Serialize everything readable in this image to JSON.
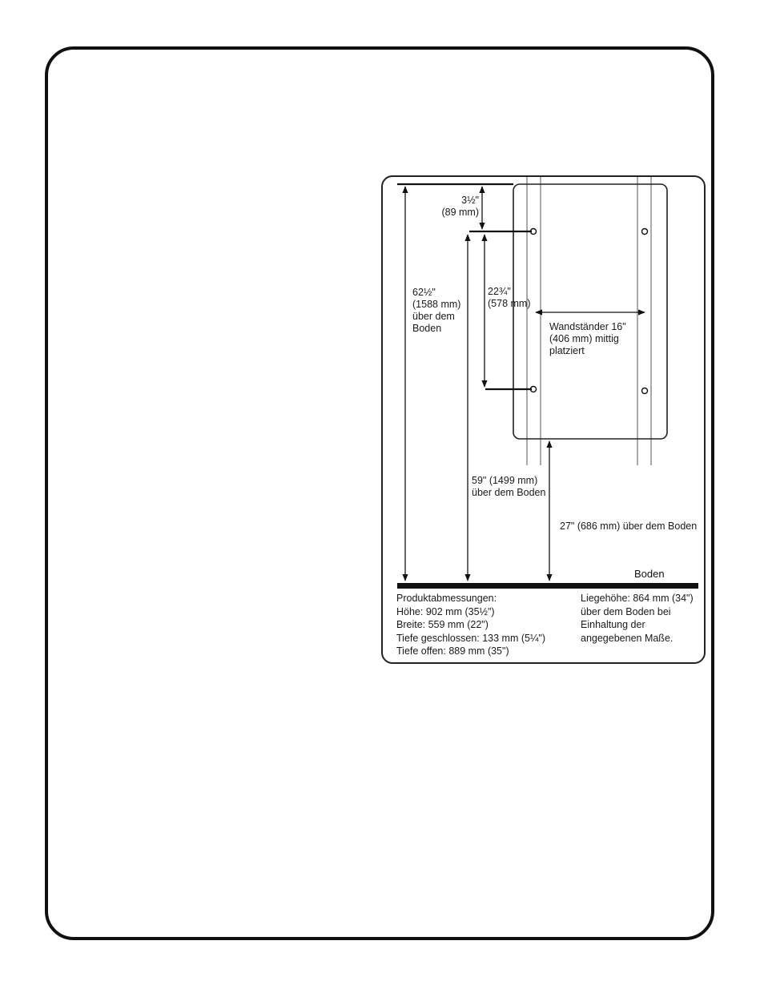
{
  "diagram": {
    "dim_top_to_first_hole": "3½\"\n(89 mm)",
    "dim_total_height": "62½\"\n(1588 mm)\nüber dem\nBoden",
    "dim_hole_spacing": "22¾\"\n(578 mm)",
    "dim_stud_spacing": "Wandständer 16\"\n(406 mm) mittig\nplatziert",
    "dim_lower_holes_height": "59\" (1499 mm)\nüber dem Boden",
    "dim_bottom_height": "27\" (686 mm) über dem Boden",
    "floor_label": "Boden"
  },
  "specs": {
    "left": [
      "Produktabmessungen:",
      "Höhe: 902 mm (35½\")",
      "Breite: 559 mm (22\")",
      "Tiefe geschlossen: 133 mm (5¼\")",
      "Tiefe offen: 889 mm (35\")"
    ],
    "right": [
      "Liegehöhe: 864 mm (34\")",
      "über dem Boden bei",
      "Einhaltung der",
      "angegebenen Maße."
    ]
  }
}
